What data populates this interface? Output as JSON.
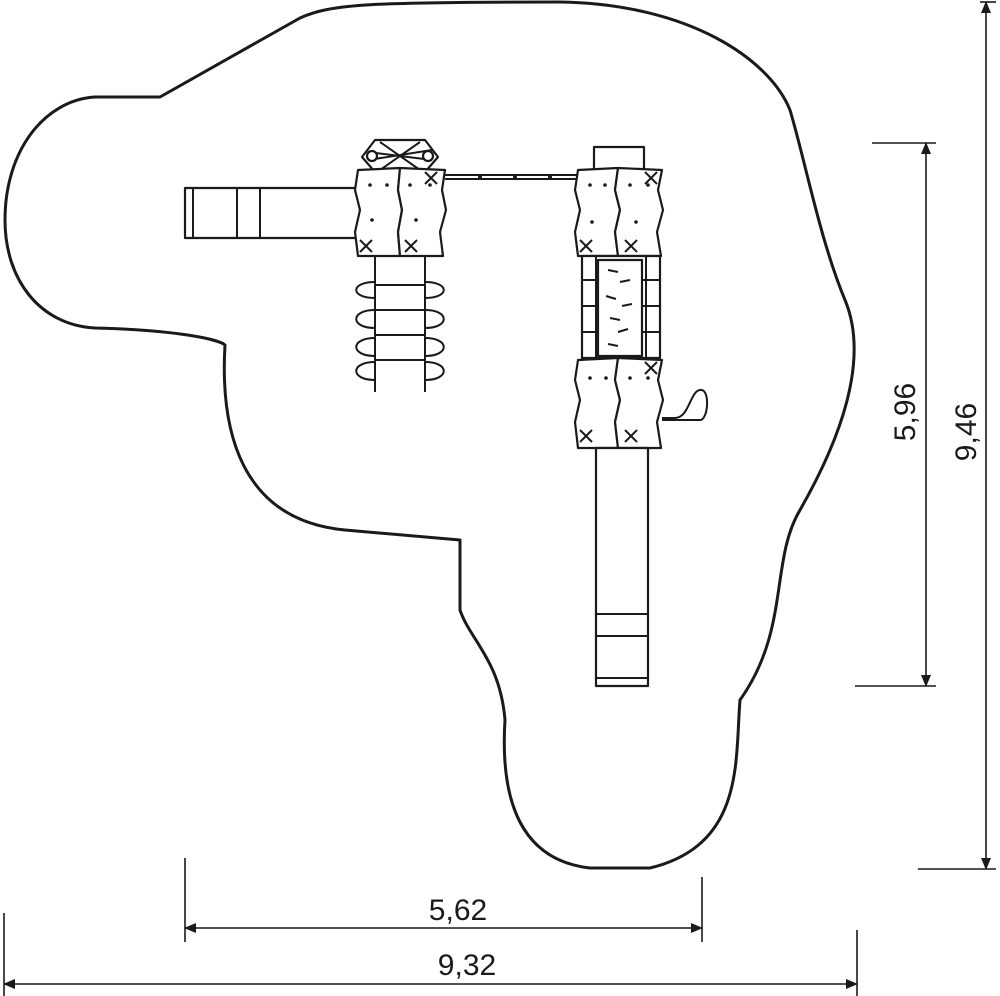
{
  "dimensions": {
    "inner_width": "5,62",
    "total_width": "9,32",
    "inner_height": "5,96",
    "total_height": "9,46"
  },
  "colors": {
    "line": "#1a1a1a",
    "background": "#ffffff"
  }
}
